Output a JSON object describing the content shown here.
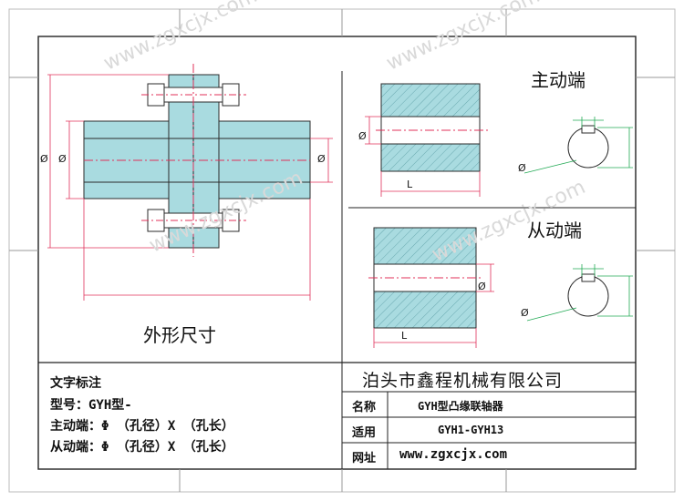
{
  "views": {
    "driving_end_label": "主动端",
    "driven_end_label": "从动端",
    "outline_label": "外形尺寸"
  },
  "notes": {
    "title": "文字标注",
    "model_line": "型号：GYH型-",
    "driving_line": "主动端：Φ   （孔径）X       （孔长）",
    "driven_line": "从动端：Φ   （孔径）X       （孔长）"
  },
  "title_block": {
    "company": "泊头市鑫程机械有限公司",
    "rows": [
      {
        "label": "名称",
        "value": "GYH型凸缘联轴器"
      },
      {
        "label": "适用",
        "value": "GYH1-GYH13"
      },
      {
        "label": "网址",
        "value": "www.zgxcjx.com"
      }
    ]
  },
  "dimension_labels": {
    "diameter": "Ø",
    "length": "L"
  },
  "watermark": "www.zgxcjx.com",
  "colors": {
    "part_fill": "#a9dbe0",
    "outline": "#2b2b2b",
    "dimension_line": "#e0305a",
    "dimension_green": "#22aa55"
  }
}
